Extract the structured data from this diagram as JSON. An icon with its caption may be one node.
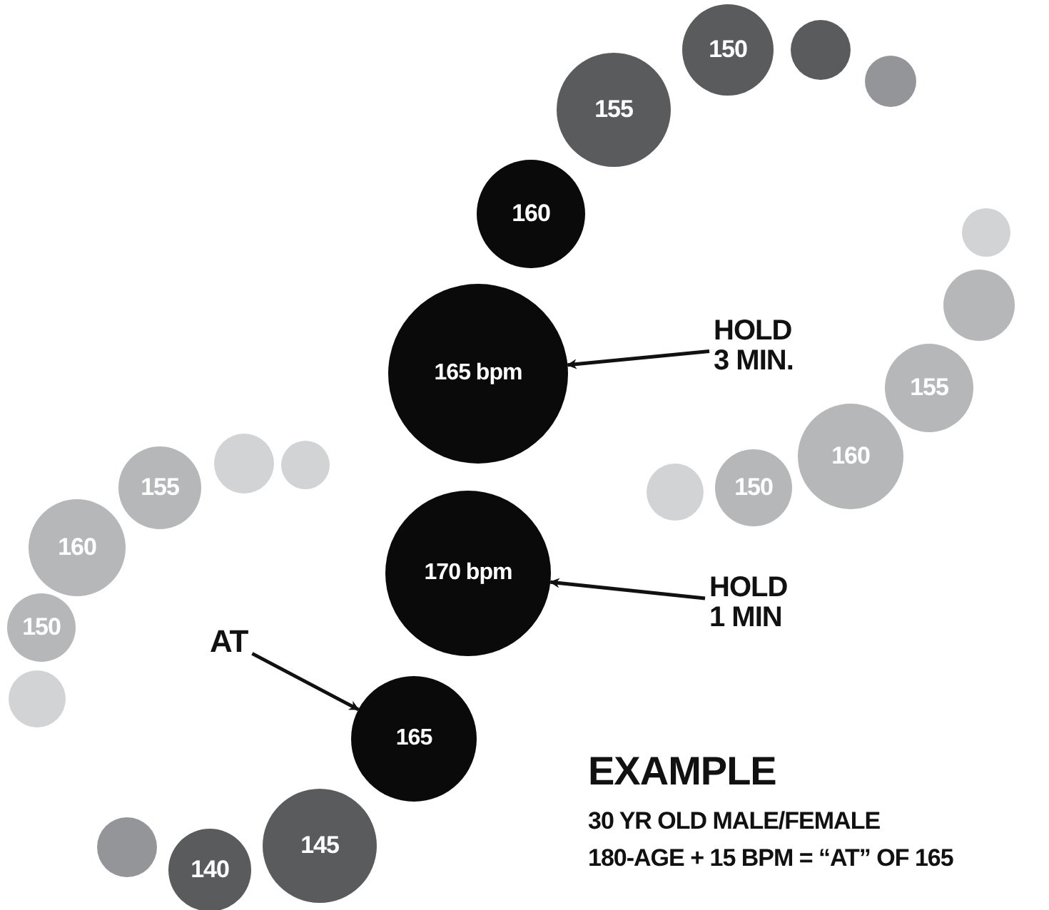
{
  "diagram": {
    "nodes": [
      {
        "text": [
          "150"
        ]
      },
      {
        "text": [],
        "shape": "circle"
      },
      {
        "text": [],
        "shape": "circle"
      },
      {
        "text": [
          "155"
        ]
      },
      {
        "text": [
          "160"
        ]
      },
      {
        "text": [],
        "shape": "circle"
      },
      {
        "text": [],
        "shape": "circle"
      },
      {
        "text": [
          "HOLD 3 MIN."
        ]
      },
      {
        "text": [
          "165 bpm"
        ]
      },
      {
        "text": [
          "155"
        ]
      },
      {
        "text": [
          "160"
        ]
      },
      {
        "text": [],
        "shape": "circle"
      },
      {
        "text": [],
        "shape": "circle"
      },
      {
        "text": [
          "155"
        ]
      },
      {
        "text": [
          "150"
        ]
      },
      {
        "text": [],
        "shape": "circle"
      },
      {
        "text": [
          "160"
        ]
      },
      {
        "text": [
          "170 bpm"
        ]
      },
      {
        "text": [
          "HOLD 1 MIN"
        ]
      },
      {
        "text": [
          "150"
        ]
      },
      {
        "text": [
          "AT"
        ]
      },
      {
        "text": [],
        "shape": "circle"
      },
      {
        "text": [
          "165"
        ]
      },
      {
        "text": [],
        "shape": "circle"
      },
      {
        "text": [
          "145"
        ]
      },
      {
        "text": [
          "140"
        ]
      }
    ],
    "edges": [
      {
        "from": 7,
        "to": 8,
        "arrow": "to"
      },
      {
        "from": 18,
        "to": 17,
        "arrow": "to"
      },
      {
        "from": 20,
        "to": 22,
        "arrow": "to"
      }
    ],
    "labels": [
      "EXAMPLE",
      "30 YR OLD MALE/FEMALE",
      "180-AGE + 15 BPM = “AT” OF 165"
    ]
  }
}
